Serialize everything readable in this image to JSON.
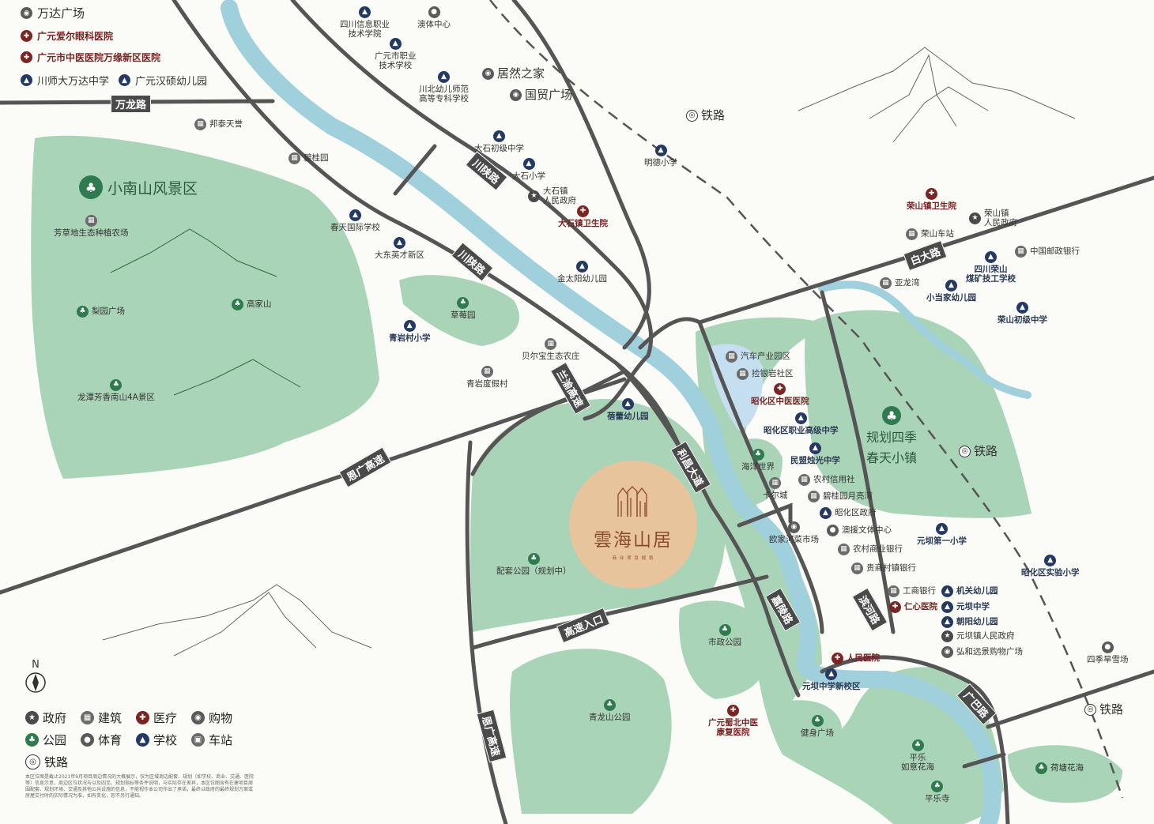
{
  "top_legend": [
    {
      "icon": "shop-icon",
      "label": "万达广场",
      "style": "large"
    },
    {
      "icon": "hospital-icon",
      "label": "广元爱尔眼科医院",
      "style": "small"
    },
    {
      "icon": "hospital-icon",
      "label": "广元市中医医院万缘新区医院",
      "style": "small"
    }
  ],
  "top_schools": [
    "川师大万达中学",
    "广元汉硕幼儿园"
  ],
  "roads": {
    "wanlong": "万龙路",
    "chuanshan_1": "川陕路",
    "chuanshan_2": "川陕路",
    "jinghe_1": "兰渝高速",
    "jinghe_2": "恩广高速",
    "jingchang": "利昌大道",
    "yinghe": "嘉陵路",
    "binhe": "滨河路",
    "gaosu_rukou": "高速入口",
    "enguang_low": "恩广高速",
    "guangba": "广巴路",
    "baidong": "白大路"
  },
  "parks": {
    "xiaonanshan": "小南山风景区",
    "sijichuntian_1": "规划四季",
    "sijichuntian_2": "春天小镇"
  },
  "pois": [
    {
      "id": "wanda_top",
      "icon": "school",
      "label": "四川信息职业\n技术学院",
      "style": "normal"
    },
    {
      "id": "aoti",
      "icon": "sport",
      "label": "澳体中心",
      "style": "normal"
    },
    {
      "id": "zhiye",
      "icon": "school",
      "label": "广元市职业\n技术学校",
      "style": "normal"
    },
    {
      "id": "chuanbei",
      "icon": "school",
      "label": "川北幼儿师范\n高等专科学校",
      "style": "normal"
    },
    {
      "id": "juran",
      "icon": "shop",
      "label": "居然之家",
      "style": "large"
    },
    {
      "id": "guomao",
      "icon": "shop",
      "label": "国贸广场",
      "style": "large"
    },
    {
      "id": "rail1",
      "icon": "rail",
      "label": "铁路",
      "style": "large"
    },
    {
      "id": "bangtai",
      "icon": "build",
      "label": "邦泰天誉",
      "style": "normal"
    },
    {
      "id": "biguiyuan",
      "icon": "build",
      "label": "碧桂园",
      "style": "normal"
    },
    {
      "id": "dashi_chu",
      "icon": "school",
      "label": "大石初级中学",
      "style": "normal"
    },
    {
      "id": "dashi_xiao",
      "icon": "school",
      "label": "大石小学",
      "style": "normal"
    },
    {
      "id": "dashi_gov",
      "icon": "gov",
      "label": "大石镇\n人民政府",
      "style": "normal"
    },
    {
      "id": "dashi_wsy",
      "icon": "med",
      "label": "大石镇卫生院",
      "style": "med"
    },
    {
      "id": "mingde",
      "icon": "school",
      "label": "明德小学",
      "style": "normal"
    },
    {
      "id": "chuntian",
      "icon": "school",
      "label": "春天国际学校",
      "style": "normal"
    },
    {
      "id": "dadong",
      "icon": "school",
      "label": "大东英才新区",
      "style": "normal"
    },
    {
      "id": "jintaiyang",
      "icon": "school",
      "label": "金太阳幼儿园",
      "style": "normal"
    },
    {
      "id": "fangcao",
      "icon": "build",
      "label": "芳草地生态种植农场",
      "style": "normal"
    },
    {
      "id": "liyuan",
      "icon": "park",
      "label": "梨园广场",
      "style": "normal"
    },
    {
      "id": "gaojiashan",
      "icon": "park",
      "label": "高家山",
      "style": "normal"
    },
    {
      "id": "caomei",
      "icon": "park",
      "label": "草莓园",
      "style": "normal"
    },
    {
      "id": "qingyan",
      "icon": "school",
      "label": "青岩村小学",
      "style": "bold"
    },
    {
      "id": "beier",
      "icon": "build",
      "label": "贝尔宝生态农庄",
      "style": "normal"
    },
    {
      "id": "qingyan_dj",
      "icon": "build",
      "label": "青岩度假村",
      "style": "normal"
    },
    {
      "id": "longtan",
      "icon": "park",
      "label": "龙潭芳香南山4A景区",
      "style": "normal"
    },
    {
      "id": "beilei",
      "icon": "school",
      "label": "蓓蕾幼儿园",
      "style": "bold"
    },
    {
      "id": "peitao",
      "icon": "park",
      "label": "配套公园（规划中）",
      "style": "normal"
    },
    {
      "id": "rongshan_wsy",
      "icon": "med",
      "label": "荣山镇卫生院",
      "style": "med"
    },
    {
      "id": "rongshan_gov",
      "icon": "gov",
      "label": "荣山镇\n人民政府",
      "style": "normal"
    },
    {
      "id": "rongshan_cz",
      "icon": "build",
      "label": "荣山车站",
      "style": "normal"
    },
    {
      "id": "youzheng",
      "icon": "build",
      "label": "中国邮政银行",
      "style": "normal"
    },
    {
      "id": "meikuang",
      "icon": "school",
      "label": "四川荣山\n煤矿技工学校",
      "style": "bold"
    },
    {
      "id": "yalongwan",
      "icon": "build",
      "label": "亚龙湾",
      "style": "normal"
    },
    {
      "id": "xiaodangjia",
      "icon": "school",
      "label": "小当家幼儿园",
      "style": "bold"
    },
    {
      "id": "rongshan_cz2",
      "icon": "school",
      "label": "荣山初级中学",
      "style": "bold"
    },
    {
      "id": "qiche",
      "icon": "build",
      "label": "汽车产业园区",
      "style": "normal"
    },
    {
      "id": "shanyin",
      "icon": "build",
      "label": "捡银岩社区",
      "style": "normal"
    },
    {
      "id": "zhaohua_zy",
      "icon": "med",
      "label": "昭化区中医医院",
      "style": "med"
    },
    {
      "id": "zhaohua_zj",
      "icon": "school",
      "label": "昭化区职业高级中学",
      "style": "bold"
    },
    {
      "id": "minmeng",
      "icon": "school",
      "label": "民盟烛光中学",
      "style": "bold"
    },
    {
      "id": "haiyang",
      "icon": "park",
      "label": "海洋世界",
      "style": "normal"
    },
    {
      "id": "kaerc",
      "icon": "build",
      "label": "卡尔城",
      "style": "normal"
    },
    {
      "id": "nongcun_xys",
      "icon": "build",
      "label": "农村信用社",
      "style": "normal"
    },
    {
      "id": "biguiyuan_yl",
      "icon": "build",
      "label": "碧桂园月亮湾",
      "style": "normal"
    },
    {
      "id": "zhaohua_gov",
      "icon": "school",
      "label": "昭化区政府",
      "style": "normal"
    },
    {
      "id": "aoyuan",
      "icon": "sport",
      "label": "澳援文体中心",
      "style": "normal"
    },
    {
      "id": "oujiahe",
      "icon": "shop",
      "label": "欧家河菜市场",
      "style": "normal"
    },
    {
      "id": "nongcun_sy",
      "icon": "build",
      "label": "农村商业银行",
      "style": "normal"
    },
    {
      "id": "guishang",
      "icon": "build",
      "label": "贵商村镇银行",
      "style": "normal"
    },
    {
      "id": "yuanba1",
      "icon": "school",
      "label": "元坝第一小学",
      "style": "bold"
    },
    {
      "id": "zhaohua_sy",
      "icon": "school",
      "label": "昭化区实验小学",
      "style": "bold"
    },
    {
      "id": "gongshang",
      "icon": "build",
      "label": "工商银行",
      "style": "normal"
    },
    {
      "id": "renxin",
      "icon": "med",
      "label": "仁心医院",
      "style": "med"
    },
    {
      "id": "jiguan",
      "icon": "school",
      "label": "机关幼儿园",
      "style": "bold"
    },
    {
      "id": "yuanba_zx",
      "icon": "school",
      "label": "元坝中学",
      "style": "bold"
    },
    {
      "id": "chaoyang",
      "icon": "school",
      "label": "朝阳幼儿园",
      "style": "bold"
    },
    {
      "id": "yuanba_gov",
      "icon": "gov",
      "label": "元坝镇人民政府",
      "style": "normal"
    },
    {
      "id": "hongfu",
      "icon": "shop",
      "label": "弘和远景购物广场",
      "style": "normal"
    },
    {
      "id": "renmin",
      "icon": "med",
      "label": "人民医院",
      "style": "med"
    },
    {
      "id": "shizheng",
      "icon": "park",
      "label": "市政公园",
      "style": "normal"
    },
    {
      "id": "siji_xx",
      "icon": "sport",
      "label": "四季旱雪场",
      "style": "normal"
    },
    {
      "id": "yuanba_xxq",
      "icon": "school",
      "label": "元坝中学新校区",
      "style": "bold"
    },
    {
      "id": "qinglong",
      "icon": "park",
      "label": "青龙山公园",
      "style": "normal"
    },
    {
      "id": "shubei",
      "icon": "med",
      "label": "广元蜀北中医\n康复医院",
      "style": "med"
    },
    {
      "id": "jianshen",
      "icon": "park",
      "label": "健身广场",
      "style": "normal"
    },
    {
      "id": "pingle_ry",
      "icon": "park",
      "label": "平乐\n如意花海",
      "style": "normal"
    },
    {
      "id": "pingle_s",
      "icon": "park",
      "label": "平乐寺",
      "style": "normal"
    },
    {
      "id": "hetang",
      "icon": "park",
      "label": "荷塘花海",
      "style": "normal"
    },
    {
      "id": "rail2",
      "icon": "rail",
      "label": "铁路",
      "style": "large"
    },
    {
      "id": "rail3",
      "icon": "rail",
      "label": "铁路",
      "style": "large"
    }
  ],
  "project": {
    "name": "雲海山居",
    "sub": "商 业 项 目 规 划"
  },
  "compass": "N",
  "legend": [
    {
      "icon": "gov-icon",
      "label": "政府"
    },
    {
      "icon": "building-icon",
      "label": "建筑"
    },
    {
      "icon": "medical-icon",
      "label": "医疗"
    },
    {
      "icon": "shopping-icon",
      "label": "购物"
    },
    {
      "icon": "park-icon",
      "label": "公园"
    },
    {
      "icon": "sport-icon",
      "label": "体育"
    },
    {
      "icon": "school-icon",
      "label": "学校"
    },
    {
      "icon": "station-icon",
      "label": "车站"
    },
    {
      "icon": "rail-icon",
      "label": "铁路"
    }
  ],
  "disclaimer": "本区位图是截止2021年9月项目周边情况的大概展示，仅为区域周边配套、规划（如学校、商业、交通、医院等）信息示意，周边区位状况与以及四至、规划指标等条件说明，与实际存在差异，本区位图含有在建项目周围配套、规划环境、交通及其他公共设施的信息，不能视作本公司作出了承诺，最终以政府的最终规划方案或房屋交付时的实际情况为准，如有变化，恕不另行通知。",
  "colors": {
    "green_area": "#a9d4b7",
    "river": "#9fd0dc",
    "road": "#4a4a4a",
    "project": "#e8c49d",
    "school": "#253a63",
    "medical": "#7a2424",
    "park": "#2f7a4e"
  }
}
